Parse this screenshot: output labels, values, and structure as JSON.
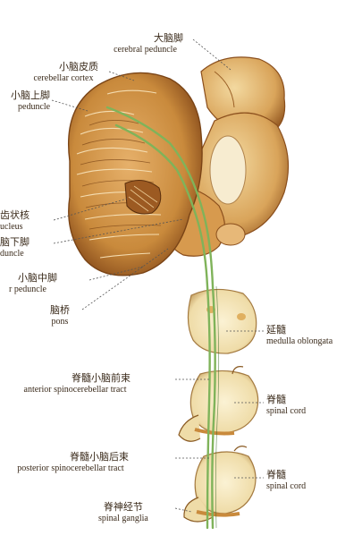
{
  "labels": {
    "cerebral_peduncle": {
      "zh": "大脑脚",
      "en": "cerebral peduncle"
    },
    "cerebellar_cortex": {
      "zh": "小脑皮质",
      "en": "cerebellar cortex"
    },
    "superior_peduncle": {
      "zh": "小脑上脚",
      "en": "peduncle"
    },
    "dentate_nucleus": {
      "zh": "齿状核",
      "en": "ucleus"
    },
    "inferior_peduncle": {
      "zh": "脑下脚",
      "en": "duncle"
    },
    "middle_peduncle": {
      "zh": "小脑中脚",
      "en": "r peduncle"
    },
    "pons": {
      "zh": "脑桥",
      "en": "pons"
    },
    "medulla": {
      "zh": "延髓",
      "en": "medulla oblongata"
    },
    "anterior_tract": {
      "zh": "脊髓小脑前束",
      "en": "anterior spinocerebellar tract"
    },
    "spinal_cord_1": {
      "zh": "脊髓",
      "en": "spinal cord"
    },
    "posterior_tract": {
      "zh": "脊髓小脑后束",
      "en": "posterior spinocerebellar tract"
    },
    "spinal_cord_2": {
      "zh": "脊髓",
      "en": "spinal cord"
    },
    "spinal_ganglia": {
      "zh": "脊神经节",
      "en": "spinal ganglia"
    }
  },
  "colors": {
    "tissue": "#c98a3c",
    "tissue_dark": "#8a4e1c",
    "tissue_light": "#f0d6a0",
    "cord": "#f3e6bf",
    "tract_green": "#7fb35a",
    "leader": "#555555"
  }
}
